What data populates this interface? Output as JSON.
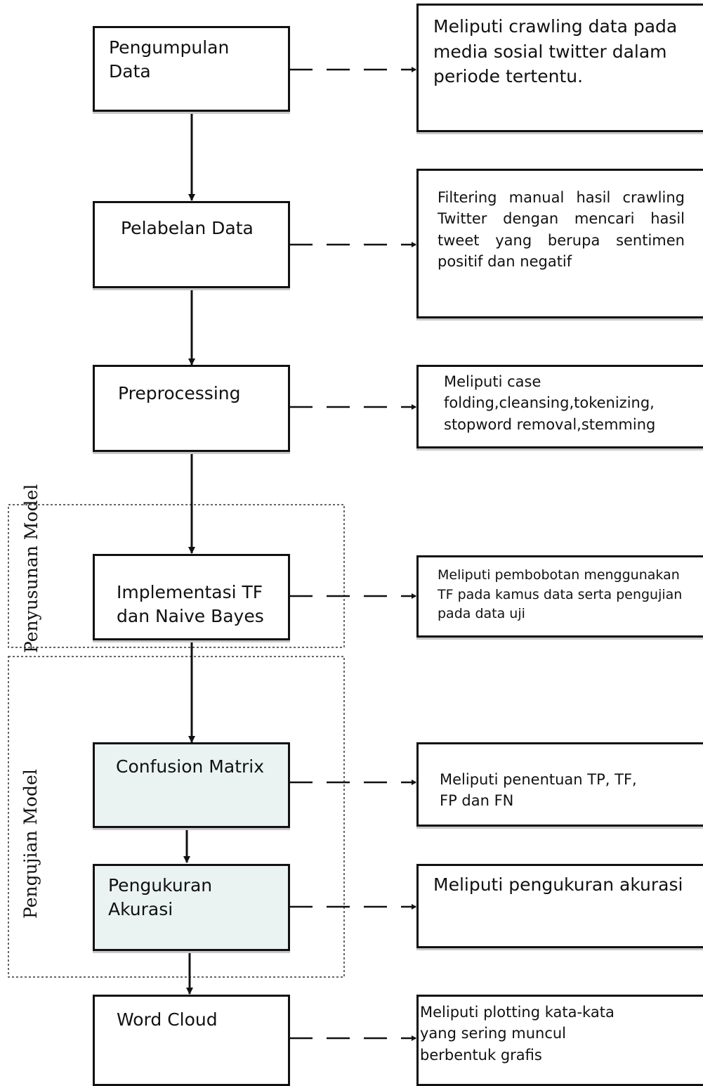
{
  "steps": {
    "s1": "Pengumpulan\nData",
    "s2": "Pelabelan Data",
    "s3": "Preprocessing",
    "s4": "Implementasi TF\ndan Naive Bayes",
    "s5": "Confusion Matrix",
    "s6": "Pengukuran\nAkurasi",
    "s7": "Word Cloud"
  },
  "descriptions": {
    "d1": "Meliputi crawling data pada media sosial twitter dalam periode tertentu.",
    "d2": "Filtering manual hasil crawling Twitter dengan mencari hasil tweet yang berupa sentimen positif dan negatif",
    "d3": "Meliputi case folding,cleansing,tokenizing, stopword removal,stemming",
    "d4": "Meliputi pembobotan menggunakan TF pada kamus data serta pengujian pada data uji",
    "d5": "Meliputi penentuan TP, TF, FP dan FN",
    "d6": "Meliputi pengukuran akurasi",
    "d7": "Meliputi plotting kata-kata yang sering muncul berbentuk grafis"
  },
  "groups": {
    "g1": "Penyusunan Model",
    "g2": "Pengujian Model"
  }
}
